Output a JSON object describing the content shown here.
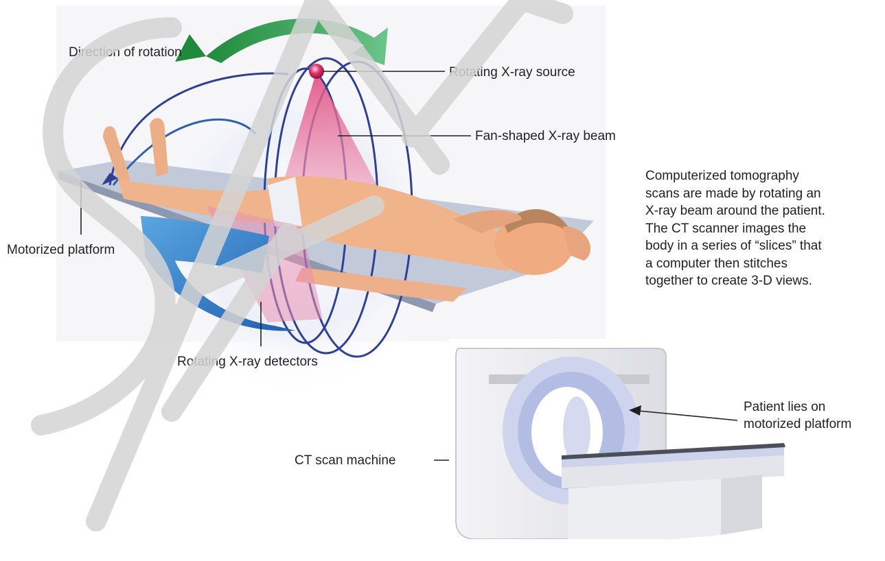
{
  "labels": {
    "direction_of_rotation": "Direction of rotation",
    "rotating_xray_source": "Rotating X-ray source",
    "fan_shaped_beam": "Fan-shaped X-ray beam",
    "motorized_platform": "Motorized platform",
    "rotating_xray_detectors": "Rotating X-ray detectors",
    "ct_scan_machine": "CT scan machine",
    "patient_lies_on": [
      "Patient lies on",
      "motorized platform"
    ]
  },
  "description_lines": [
    "Computerized tomography",
    "scans are made by rotating an",
    "X-ray beam around the patient.",
    "The CT scanner images the",
    "body in a series of “slices” that",
    "a computer then stitches",
    "together to create 3-D views."
  ],
  "watermark": "SAMPLE",
  "colors": {
    "rotation_arrow": "#2e9a48",
    "xray_source": "#e0356e",
    "beam": "#e8749a",
    "rings": "#2f3f96",
    "detectors": "#2f80c8",
    "platform": "#aab6cc",
    "skin": "#f1b48a",
    "scanner_body": "#e9eaee",
    "scanner_ring": "#c6cce8"
  }
}
